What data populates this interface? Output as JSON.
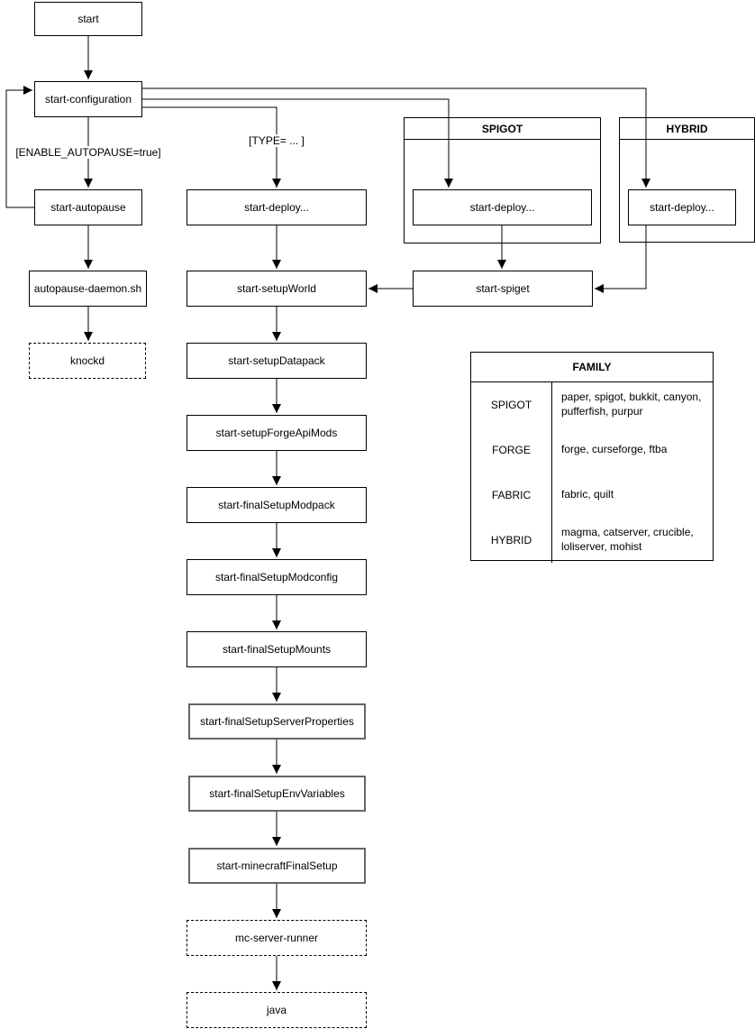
{
  "nodes": {
    "start": {
      "label": "start"
    },
    "start_configuration": {
      "label": "start-configuration"
    },
    "start_autopause": {
      "label": "start-autopause"
    },
    "autopause_daemon": {
      "label": "autopause-daemon.sh"
    },
    "knockd": {
      "label": "knockd"
    },
    "start_deploy_main": {
      "label": "start-deploy..."
    },
    "start_deploy_spigot": {
      "label": "start-deploy..."
    },
    "start_deploy_hybrid": {
      "label": "start-deploy..."
    },
    "start_spiget": {
      "label": "start-spiget"
    },
    "start_setup_world": {
      "label": "start-setupWorld"
    },
    "start_setup_datapack": {
      "label": "start-setupDatapack"
    },
    "start_setup_forge_api_mods": {
      "label": "start-setupForgeApiMods"
    },
    "start_final_setup_modpack": {
      "label": "start-finalSetupModpack"
    },
    "start_final_setup_modconfig": {
      "label": "start-finalSetupModconfig"
    },
    "start_final_setup_mounts": {
      "label": "start-finalSetupMounts"
    },
    "start_final_setup_server_properties": {
      "label": "start-finalSetupServerProperties"
    },
    "start_final_setup_env_variables": {
      "label": "start-finalSetupEnvVariables"
    },
    "start_minecraft_final_setup": {
      "label": "start-minecraftFinalSetup"
    },
    "mc_server_runner": {
      "label": "mc-server-runner"
    },
    "java": {
      "label": "java"
    }
  },
  "containers": {
    "spigot": {
      "title": "SPIGOT"
    },
    "hybrid": {
      "title": "HYBRID"
    }
  },
  "edge_labels": {
    "enable_autopause": "[ENABLE_AUTOPAUSE=true]",
    "type": "[TYPE= ... ]"
  },
  "family_table": {
    "title": "FAMILY",
    "rows": [
      {
        "family": "SPIGOT",
        "servers": "paper, spigot, bukkit, canyon, pufferfish, purpur"
      },
      {
        "family": "FORGE",
        "servers": "forge, curseforge, ftba"
      },
      {
        "family": "FABRIC",
        "servers": "fabric, quilt"
      },
      {
        "family": "HYBRID",
        "servers": "magma, catserver, crucible, loliserver, mohist"
      }
    ]
  },
  "colors": {
    "line": "#000000",
    "alt_border": "#666666",
    "background": "#ffffff",
    "text": "#000000"
  }
}
